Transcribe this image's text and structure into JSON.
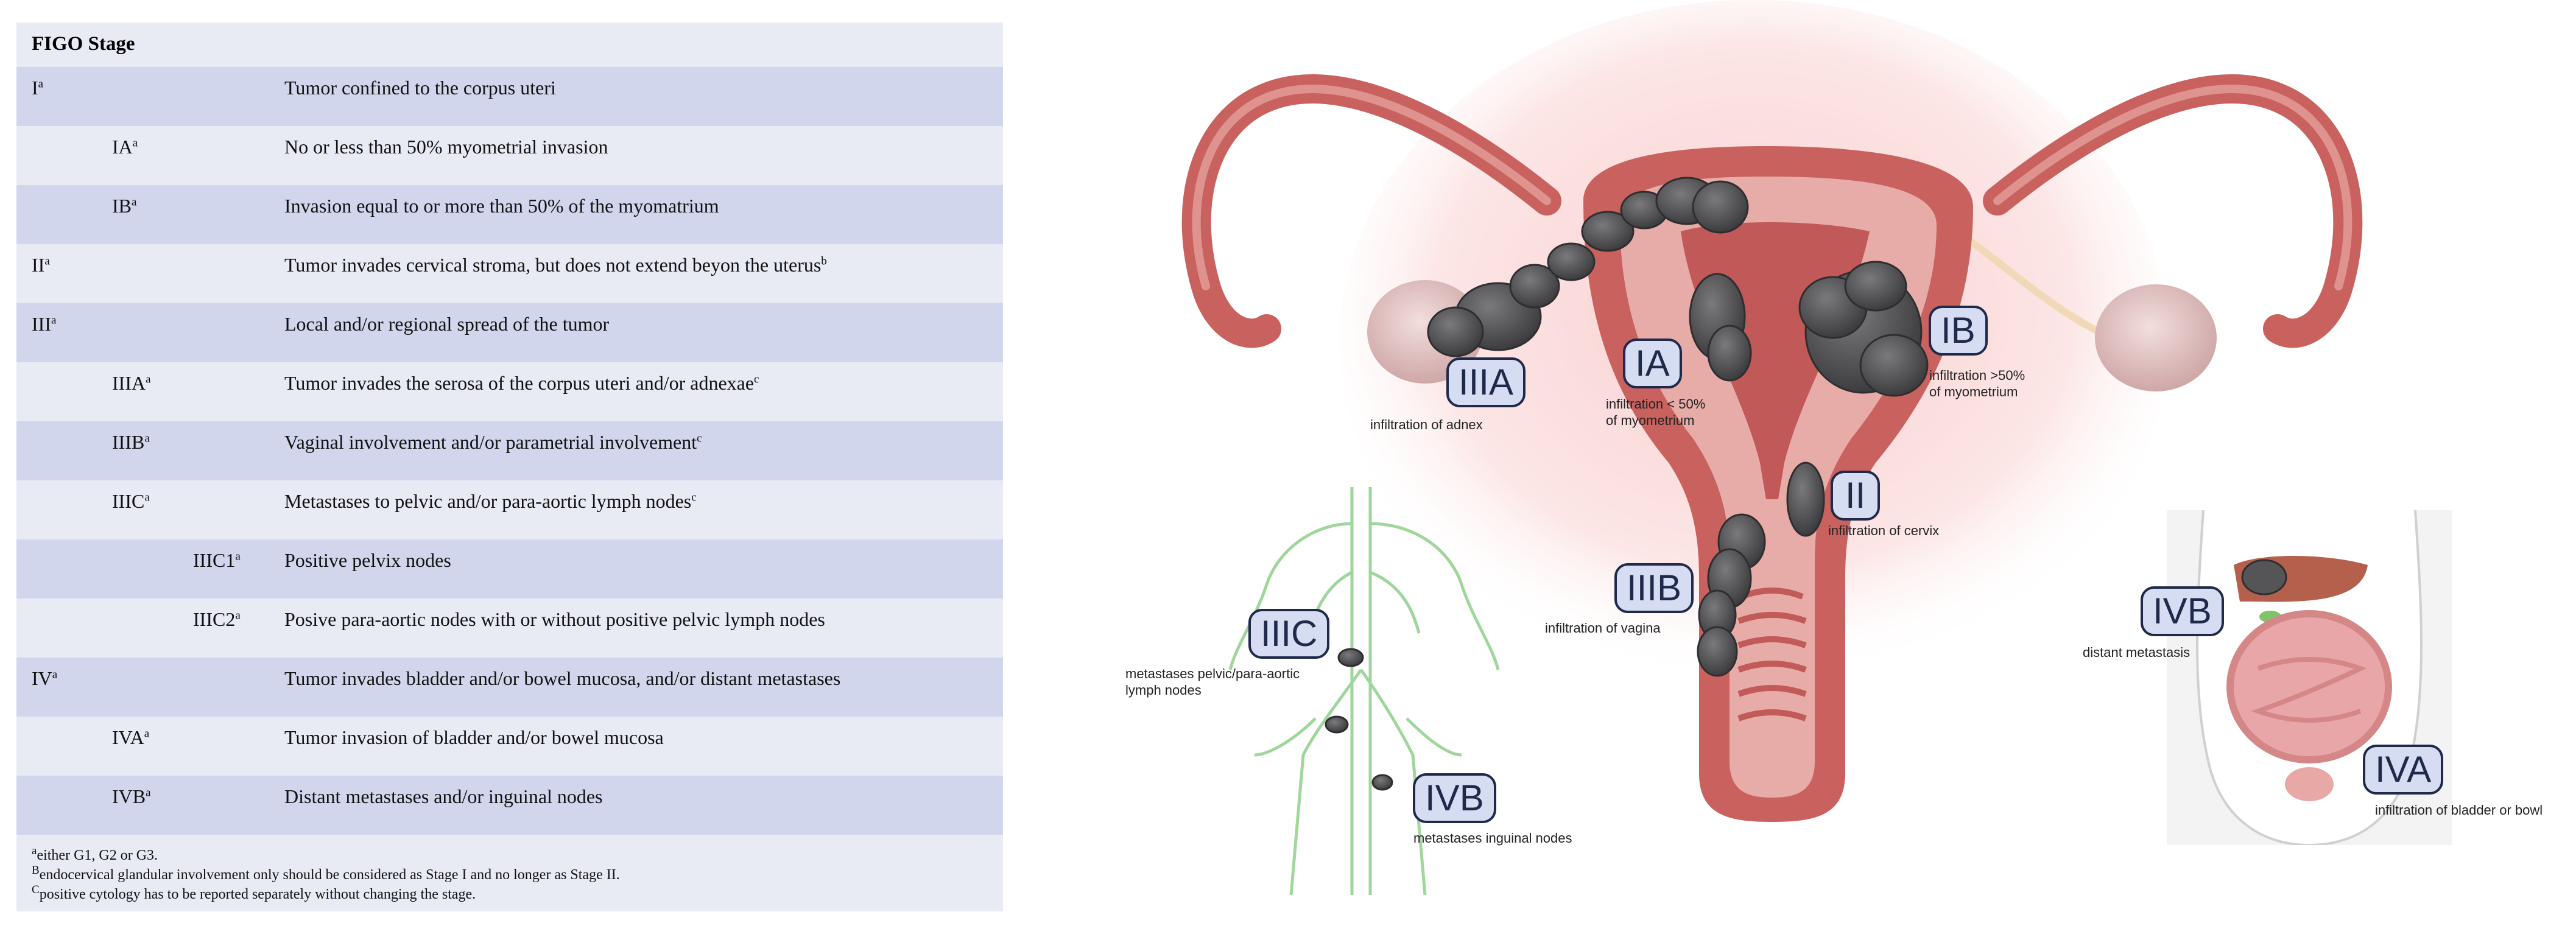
{
  "table": {
    "header": "FIGO Stage",
    "rows": [
      {
        "stage": "I",
        "sup": "a",
        "level": 1,
        "desc": "Tumor confined to the corpus uteri",
        "desc_sup": ""
      },
      {
        "stage": "IA",
        "sup": "a",
        "level": 2,
        "desc": "No or less than 50% myometrial invasion",
        "desc_sup": ""
      },
      {
        "stage": "IB",
        "sup": "a",
        "level": 2,
        "desc": "Invasion equal to or more than 50% of the myomatrium",
        "desc_sup": ""
      },
      {
        "stage": "II",
        "sup": "a",
        "level": 1,
        "desc": "Tumor invades cervical stroma, but does not extend beyon the uterus",
        "desc_sup": "b"
      },
      {
        "stage": "III",
        "sup": "a",
        "level": 1,
        "desc": "Local and/or regional spread of the tumor",
        "desc_sup": ""
      },
      {
        "stage": "IIIA",
        "sup": "a",
        "level": 2,
        "desc": "Tumor invades the serosa of the corpus uteri and/or adnexae",
        "desc_sup": "c"
      },
      {
        "stage": "IIIB",
        "sup": "a",
        "level": 2,
        "desc": "Vaginal involvement and/or parametrial involvement",
        "desc_sup": "c"
      },
      {
        "stage": "IIIC",
        "sup": "a",
        "level": 2,
        "desc": "Metastases to pelvic and/or para-aortic lymph nodes",
        "desc_sup": "c"
      },
      {
        "stage": "IIIC1",
        "sup": "a",
        "level": 3,
        "desc": "Positive pelvix nodes",
        "desc_sup": ""
      },
      {
        "stage": "IIIC2",
        "sup": "a",
        "level": 3,
        "desc": "Posive para-aortic nodes with or without positive pelvic lymph nodes",
        "desc_sup": ""
      },
      {
        "stage": "IV",
        "sup": "a",
        "level": 1,
        "desc": "Tumor invades bladder and/or bowel mucosa, and/or distant metastases",
        "desc_sup": ""
      },
      {
        "stage": "IVA",
        "sup": "a",
        "level": 2,
        "desc": "Tumor invasion of bladder and/or bowel mucosa",
        "desc_sup": ""
      },
      {
        "stage": "IVB",
        "sup": "a",
        "level": 2,
        "desc": "Distant metastases and/or inguinal nodes",
        "desc_sup": ""
      }
    ],
    "footnotes": [
      {
        "sup": "a",
        "text": "either G1, G2 or G3."
      },
      {
        "sup": "B",
        "text": "endocervical glandular involvement only should be considered as Stage I and no longer as Stage II."
      },
      {
        "sup": "C",
        "text": "positive cytology has to be reported separately without changing the stage."
      }
    ]
  },
  "figure": {
    "labels": {
      "IIIA": {
        "text": "IIIA",
        "caption": "infiltration of adnex"
      },
      "IA": {
        "text": "IA",
        "caption": "infiltration < 50%\nof myometrium"
      },
      "IB": {
        "text": "IB",
        "caption": "infiltration >50%\nof myometrium"
      },
      "II": {
        "text": "II",
        "caption": "infiltration of cervix"
      },
      "IIIB": {
        "text": "IIIB",
        "caption": "infiltration of vagina"
      },
      "IIIC": {
        "text": "IIIC",
        "caption": "metastases pelvic/para-aortic\nlymph nodes"
      },
      "IVB_inguinal": {
        "text": "IVB",
        "caption": "metastases inguinal nodes"
      },
      "IVB_distant": {
        "text": "IVB",
        "caption": "distant metastasis"
      },
      "IVA": {
        "text": "IVA",
        "caption": "infiltration of bladder or bowl"
      }
    },
    "colors": {
      "uterus_outer": "#c9625f",
      "uterus_inner": "#e9b4b0",
      "tumor": "#4e4e50",
      "label_fill": "#d6ddf2",
      "label_border": "#1f2a4a",
      "lymph": "#8fd08a",
      "row_dark": "#d1d6ec",
      "row_light": "#e8eaf4"
    }
  }
}
